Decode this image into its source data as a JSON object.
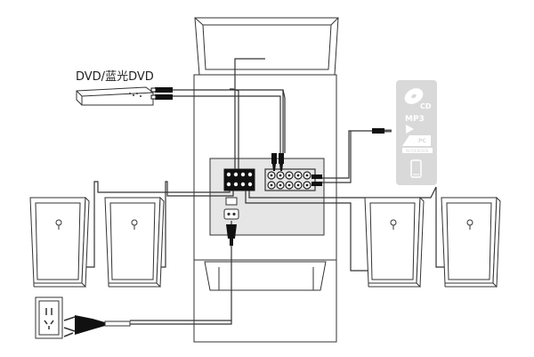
{
  "labels": {
    "dvd": "DVD/蓝光DVD"
  },
  "source_icons": {
    "cd": {
      "text": "CD",
      "icon": "cd-disc-icon"
    },
    "mp3": {
      "text": "MP3",
      "icon": "mp3-play-icon"
    },
    "pc": {
      "text": "PC",
      "subtext": "NOTEBOOK",
      "icon": "pc-notebook-icon"
    },
    "phone": {
      "icon": "smartphone-icon"
    }
  },
  "colors": {
    "line": "#333333",
    "panel": "#e6e6e6",
    "icon_bg": "#d9d9d9",
    "cable_plug": "#111111"
  }
}
